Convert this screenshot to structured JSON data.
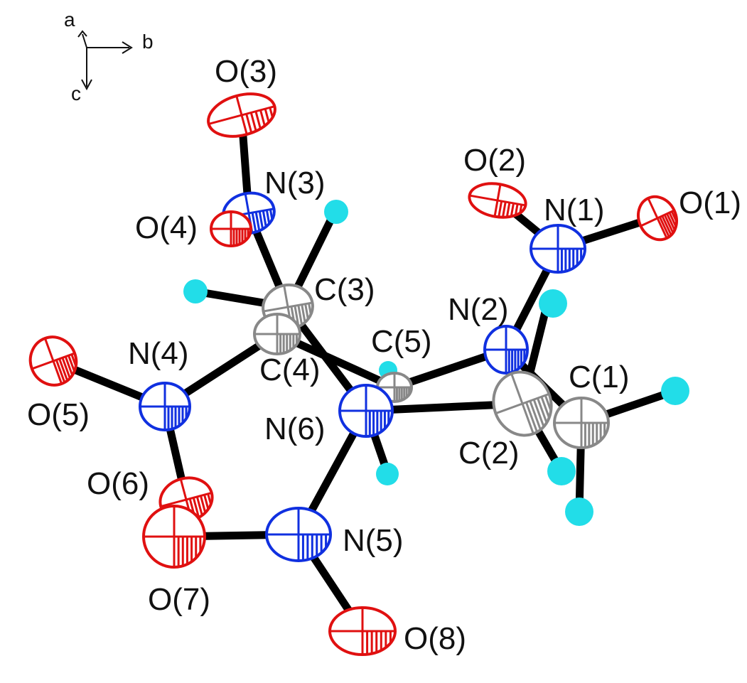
{
  "axes": {
    "labels": [
      "a",
      "b",
      "c"
    ]
  },
  "atoms": [
    {
      "id": "O1",
      "label": "O(1)",
      "element": "O"
    },
    {
      "id": "O2",
      "label": "O(2)",
      "element": "O"
    },
    {
      "id": "N1",
      "label": "N(1)",
      "element": "N"
    },
    {
      "id": "N2",
      "label": "N(2)",
      "element": "N"
    },
    {
      "id": "C1",
      "label": "C(1)",
      "element": "C"
    },
    {
      "id": "C2",
      "label": "C(2)",
      "element": "C"
    },
    {
      "id": "O3",
      "label": "O(3)",
      "element": "O"
    },
    {
      "id": "N3",
      "label": "N(3)",
      "element": "N"
    },
    {
      "id": "O4",
      "label": "O(4)",
      "element": "O"
    },
    {
      "id": "C3",
      "label": "C(3)",
      "element": "C"
    },
    {
      "id": "C4",
      "label": "C(4)",
      "element": "C"
    },
    {
      "id": "C5",
      "label": "C(5)",
      "element": "C"
    },
    {
      "id": "N4",
      "label": "N(4)",
      "element": "N"
    },
    {
      "id": "O5",
      "label": "O(5)",
      "element": "O"
    },
    {
      "id": "N6",
      "label": "N(6)",
      "element": "N"
    },
    {
      "id": "O6",
      "label": "O(6)",
      "element": "O"
    },
    {
      "id": "O7",
      "label": "O(7)",
      "element": "O"
    },
    {
      "id": "N5",
      "label": "N(5)",
      "element": "N"
    },
    {
      "id": "O8",
      "label": "O(8)",
      "element": "O"
    }
  ],
  "colors": {
    "O": "#e01010",
    "N": "#1030e0",
    "C": "#888888",
    "H": "#22dde8",
    "bond": "#000000"
  }
}
